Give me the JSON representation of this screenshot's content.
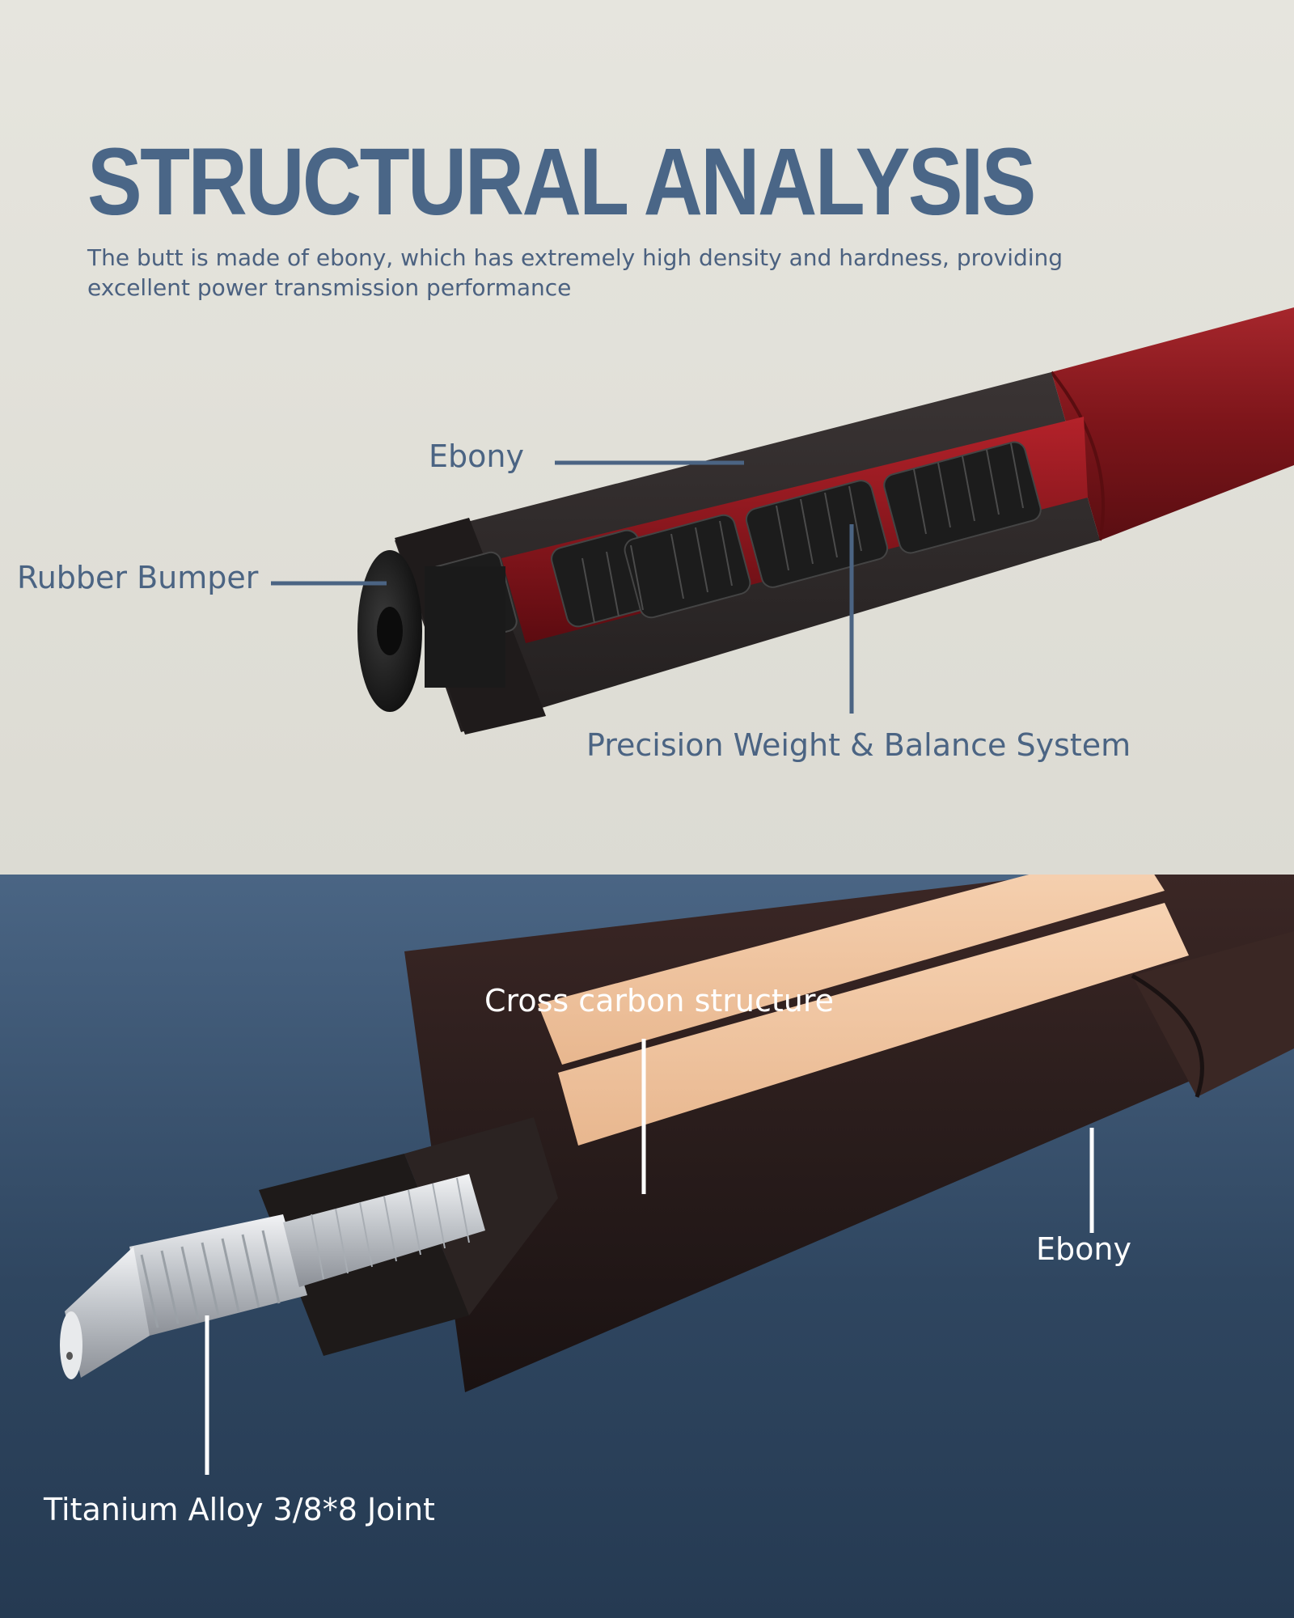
{
  "header": {
    "title": "STRUCTURAL ANALYSIS",
    "subtitle": "The butt is made of ebony, which has extremely high density and hardness, providing excellent power transmission performance"
  },
  "butt_section": {
    "labels": {
      "ebony": "Ebony",
      "rubber_bumper": "Rubber Bumper",
      "weight_system": "Precision Weight & Balance System"
    }
  },
  "joint_section": {
    "labels": {
      "cross_carbon": "Cross carbon structure",
      "ebony": "Ebony",
      "joint": "Titanium Alloy 3/8*8 Joint"
    }
  },
  "colors": {
    "title": "#4a6687",
    "top_background": "#e3e2db",
    "bottom_background": "#2f4660",
    "ebony": "#2c2626",
    "red_wood": "#8b1a1f",
    "maple": "#f0c8a4",
    "steel": "#c9ccd0"
  }
}
